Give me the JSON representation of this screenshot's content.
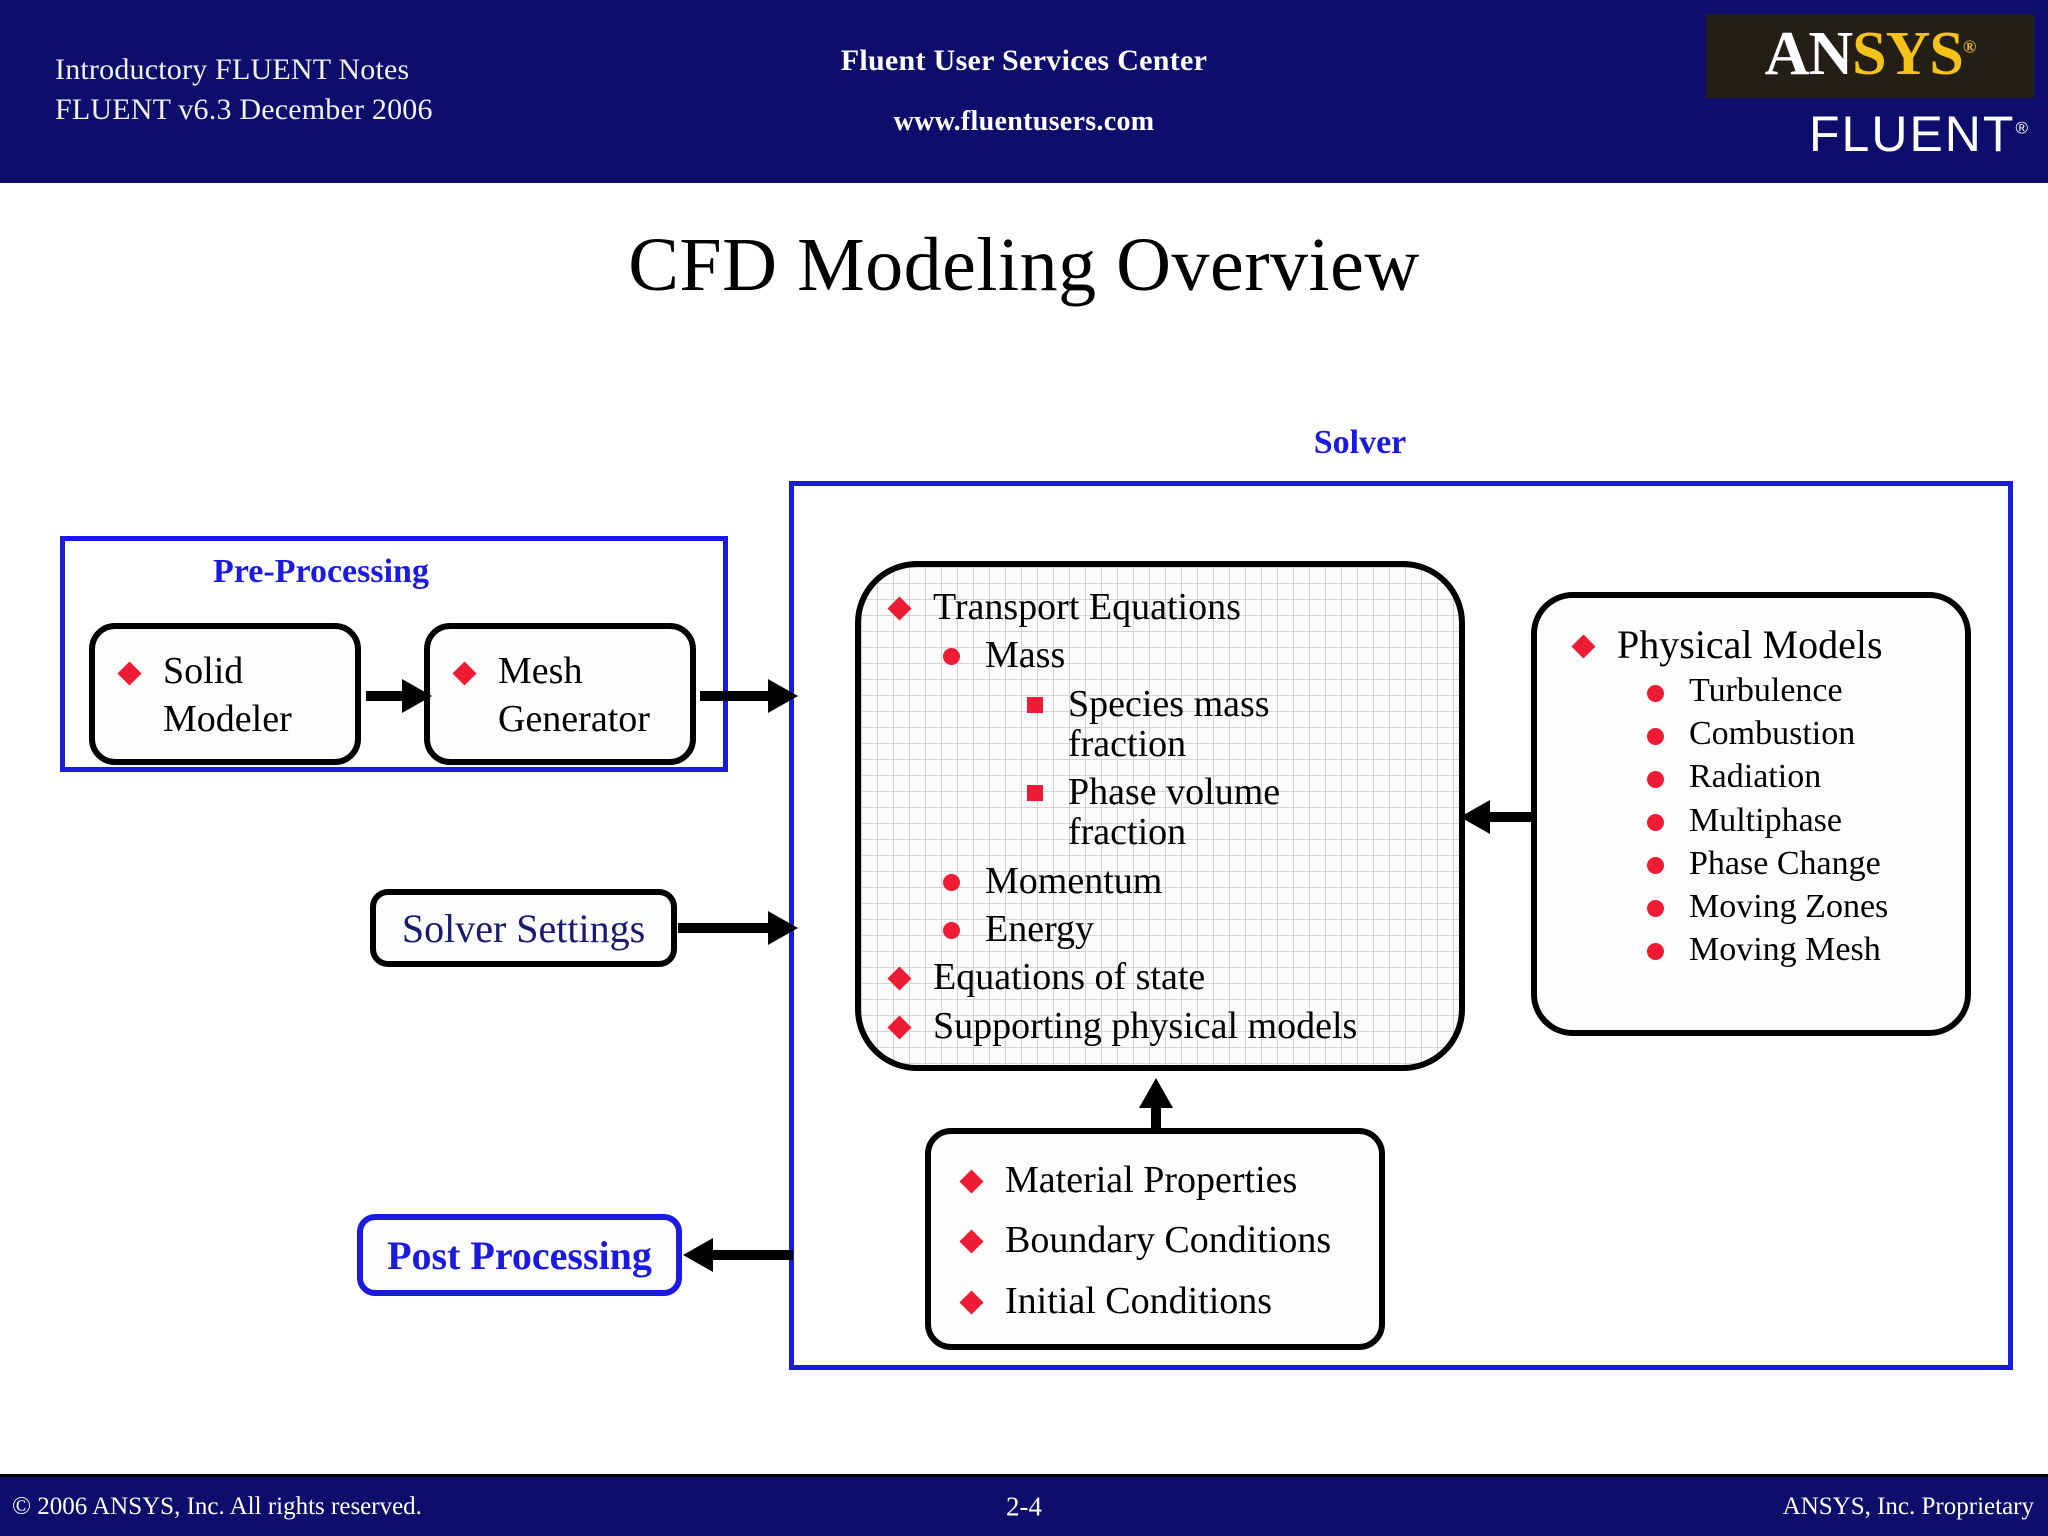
{
  "header": {
    "left_line1": "Introductory FLUENT Notes",
    "left_line2": "FLUENT v6.3  December 2006",
    "center_line1": "Fluent User Services Center",
    "center_line2": "www.fluentusers.com",
    "logo": {
      "part_an": "AN",
      "part_sys": "SYS",
      "registered": "®",
      "fluent": "FLUENT",
      "fluent_registered": "®"
    },
    "bg_color": "#0d0d6b"
  },
  "title": "CFD Modeling Overview",
  "labels": {
    "solver": "Solver",
    "pre_processing": "Pre-Processing"
  },
  "boxes": {
    "solid_modeler": {
      "line1": "Solid",
      "line2": "Modeler",
      "bullet": "diamond"
    },
    "mesh_generator": {
      "line1": "Mesh",
      "line2": "Generator",
      "bullet": "diamond"
    },
    "solver_settings": {
      "label": "Solver Settings"
    },
    "post_processing": {
      "label": "Post Processing"
    },
    "transport": {
      "items": [
        {
          "level": 1,
          "bullet": "diamond",
          "text": "Transport Equations"
        },
        {
          "level": 2,
          "bullet": "circle",
          "text": "Mass"
        },
        {
          "level": 3,
          "bullet": "square",
          "text": "Species mass fraction"
        },
        {
          "level": 3,
          "bullet": "square",
          "text": "Phase volume fraction"
        },
        {
          "level": 2,
          "bullet": "circle",
          "text": "Momentum"
        },
        {
          "level": 2,
          "bullet": "circle",
          "text": "Energy"
        },
        {
          "level": 1,
          "bullet": "diamond",
          "text": "Equations of state"
        },
        {
          "level": 1,
          "bullet": "diamond",
          "text": "Supporting physical models"
        }
      ]
    },
    "physical_models": {
      "items": [
        {
          "level": 1,
          "bullet": "diamond",
          "text": "Physical Models"
        },
        {
          "level": 2,
          "bullet": "circle",
          "text": "Turbulence"
        },
        {
          "level": 2,
          "bullet": "circle",
          "text": "Combustion"
        },
        {
          "level": 2,
          "bullet": "circle",
          "text": "Radiation"
        },
        {
          "level": 2,
          "bullet": "circle",
          "text": "Multiphase"
        },
        {
          "level": 2,
          "bullet": "circle",
          "text": "Phase Change"
        },
        {
          "level": 2,
          "bullet": "circle",
          "text": "Moving Zones"
        },
        {
          "level": 2,
          "bullet": "circle",
          "text": "Moving Mesh"
        }
      ]
    },
    "material_properties": {
      "items": [
        {
          "level": 1,
          "bullet": "diamond",
          "text": "Material Properties"
        },
        {
          "level": 1,
          "bullet": "diamond",
          "text": "Boundary Conditions"
        },
        {
          "level": 1,
          "bullet": "diamond",
          "text": "Initial Conditions"
        }
      ]
    }
  },
  "colors": {
    "header_blue": "#0d0d6b",
    "accent_blue": "#1a1ae0",
    "bullet_red": "#ed1b34",
    "navy_text": "#191970",
    "logo_gold": "#f5c21a"
  },
  "footer": {
    "copyright": "© 2006 ANSYS, Inc.  All rights reserved.",
    "page": "2-4",
    "proprietary": "ANSYS, Inc. Proprietary"
  }
}
